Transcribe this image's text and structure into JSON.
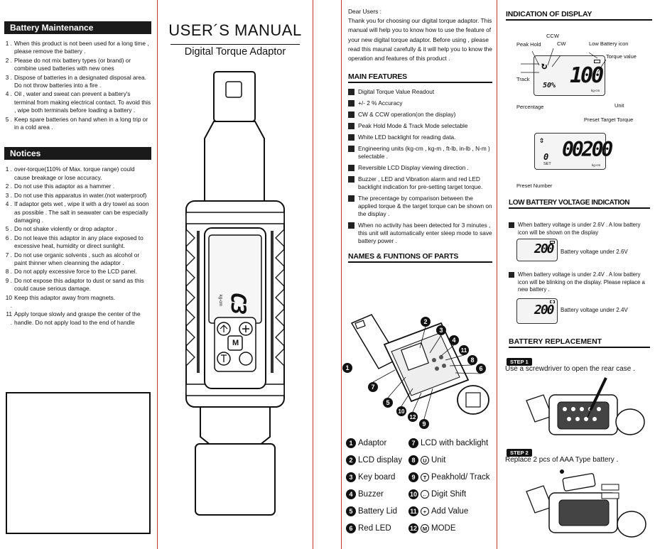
{
  "battery_maintenance": {
    "heading": "Battery Maintenance",
    "items": [
      {
        "n": "1 .",
        "t": "When this product is not been used for a long time , please remove the battery ."
      },
      {
        "n": "2 .",
        "t": "Please do not mix battery types (or brand) or combine used batteries with new ones"
      },
      {
        "n": "3 .",
        "t": "Dispose of batteries in a designated disposal area. Do not throw batteries into a fire ."
      },
      {
        "n": "4 .",
        "t": "Oil , water and sweat can prevent a battery's terminal from making electrical contact. To avoid this , wipe both terminals before loading a battery ."
      },
      {
        "n": "5 .",
        "t": "Keep spare batteries on hand when in a long trip or in a cold area ."
      }
    ]
  },
  "notices": {
    "heading": "Notices",
    "items": [
      {
        "n": "1 .",
        "t": "over-torque(110% of Max. torque range) could cause breakage or lose accuracy."
      },
      {
        "n": "2 .",
        "t": "Do not use this adaptor as a hammer ."
      },
      {
        "n": "3 .",
        "t": "Do not use this apparatus in water.(not waterproof)"
      },
      {
        "n": "4 .",
        "t": "If adaptor gets wet , wipe it with a dry towel as soon as possible . The salt in seawater can be especially damaging ."
      },
      {
        "n": "5 .",
        "t": "Do not shake violently or drop adaptor ."
      },
      {
        "n": "6 .",
        "t": "Do not leave this adaptor in any place exposed to excessive heat, humidity or direct sunlight."
      },
      {
        "n": "7 .",
        "t": "Do not use organic solvents , such as alcohol or paint thinner when cleanning the adaptor ."
      },
      {
        "n": "8 .",
        "t": "Do not apply excessive force to the LCD panel."
      },
      {
        "n": "9 .",
        "t": "Do not expose this adaptor to dust or sand as this could cause serious damage."
      },
      {
        "n": "10 .",
        "t": "Keep this adaptor away from magnets."
      },
      {
        "n": "11 .",
        "t": "Apply torque slowly and graspe the center of the handle. Do not apply load to the end of handle"
      }
    ]
  },
  "cover": {
    "title": "USER´S MANUAL",
    "subtitle": "Digital Torque Adaptor",
    "lcd_digits": "C3",
    "lcd_unit": "kg-cm",
    "btn_mode": "M"
  },
  "intro": {
    "greeting": "Dear Users :",
    "body": "Thank you for choosing our digital torque adaptor. This manual will help you to know how to use the feature of your new digital torque adaptor. Before using , please read this maunal carefully & it will help you to know the operation and features of this product ."
  },
  "main_features": {
    "heading": "MAIN FEATURES",
    "items": [
      "Digital Torque Value Readout",
      "+/- 2 % Accuracy",
      "CW & CCW operation(on the display)",
      "Peak Hold Mode & Track Mode selectable",
      "White LED backlight for reading data.",
      "Engineering units (kg-cm , kg-m , ft-lb, in-lb , N-m ) selectable .",
      "Reversible LCD Display viewing direction .",
      "Buzzer , LED and Vibration alarm and red LED backlight indication for pre-setting target torque.",
      "The precentage by comparison between the applied torque & the target torque can be shown on the display .",
      "When no activity has been detected for 3 minutes , this unit will automatically enter sleep mode to save battery power ."
    ]
  },
  "names_parts": {
    "heading": "NAMES & FUNTIONS OF PARTS",
    "diagram_numbers": [
      "1",
      "2",
      "3",
      "4",
      "5",
      "6",
      "7",
      "8",
      "10",
      "11",
      "12",
      "9"
    ],
    "rows": [
      {
        "left": {
          "n": "1",
          "label": "Adaptor"
        },
        "right": {
          "n": "7",
          "label": "LCD with backlight"
        }
      },
      {
        "left": {
          "n": "2",
          "label": "LCD display"
        },
        "right": {
          "n": "8",
          "icon": "U",
          "label": "Unit"
        }
      },
      {
        "left": {
          "n": "3",
          "label": "Key board"
        },
        "right": {
          "n": "9",
          "icon": "T",
          "label": "Peakhold/ Track"
        }
      },
      {
        "left": {
          "n": "4",
          "label": "Buzzer"
        },
        "right": {
          "n": "10",
          "icon": "←",
          "label": "Digit Shift"
        }
      },
      {
        "left": {
          "n": "5",
          "label": "Battery Lid"
        },
        "right": {
          "n": "11",
          "icon": "+",
          "label": "Add Value"
        }
      },
      {
        "left": {
          "n": "6",
          "label": "Red LED"
        },
        "right": {
          "n": "12",
          "icon": "M",
          "label": "MODE"
        }
      }
    ]
  },
  "indication": {
    "heading": "INDICATION OF DISPLAY",
    "labels": {
      "ccw": "CCW",
      "cw": "CW",
      "peak_hold": "Peak Hold",
      "low_battery_icon": "Low Battery icon",
      "torque_value": "Torque value",
      "track": "Track",
      "unit": "Unit",
      "percentage": "Percentage",
      "preset_target": "Preset Target Torque",
      "preset_number": "Preset Number"
    },
    "lcd1_value": "100",
    "lcd1_percent": "50%",
    "lcd1_unit": "kg-cm",
    "lcd2_value": "00200",
    "lcd2_set": "SET",
    "lcd2_num": "0",
    "lcd2_unit": "kg-cm"
  },
  "low_battery": {
    "heading": "LOW BATTERY VOLTAGE INDICATION",
    "item1": "When battery voltage is under 2.6V . A low battery icon will be shown on the display",
    "item1_caption": "Battery voltage under 2.6V",
    "item2": "When battery voltage is under 2.4V . A low battery icon will be blinking on the display. Please replace a new battery .",
    "item2_caption": "Battery voltage under 2.4V",
    "lcd_value": "200"
  },
  "battery_replacement": {
    "heading": "BATTERY REPLACEMENT",
    "step1_badge": "STEP 1",
    "step1_text": "Use a screwdriver to open the rear case .",
    "step2_badge": "STEP 2",
    "step2_text": "Replace 2 pcs of AAA Type battery ."
  }
}
